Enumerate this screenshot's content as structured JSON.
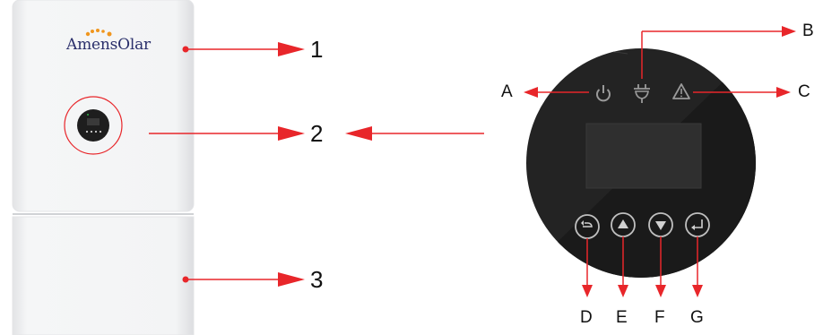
{
  "brand": "AmensOlar",
  "callouts": {
    "n1": "1",
    "n2": "2",
    "n3": "3",
    "A": "A",
    "B": "B",
    "C": "C",
    "D": "D",
    "E": "E",
    "F": "F",
    "G": "G"
  },
  "icons": {
    "A": "power-icon",
    "B": "plug-icon",
    "C": "warning-icon",
    "D": "back-icon",
    "E": "up-arrow-icon",
    "F": "down-arrow-icon",
    "G": "enter-icon"
  },
  "colors": {
    "arrow": "#e8262a",
    "panel": "#1f1f1f",
    "brand_orange": "#f0961e"
  }
}
